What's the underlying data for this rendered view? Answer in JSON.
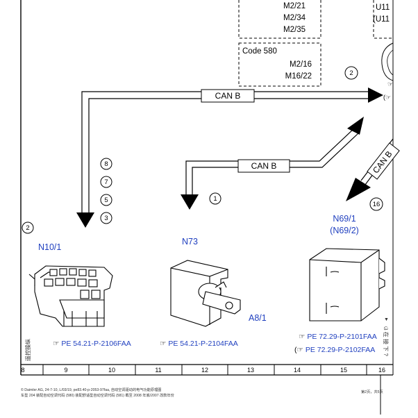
{
  "code_boxes": {
    "upper": {
      "lines": [
        "M2/21",
        "M2/34",
        "M2/35"
      ]
    },
    "lower": {
      "title": "Code 580",
      "lines": [
        "M2/16",
        "M16/22"
      ]
    }
  },
  "partial_labels": [
    "U11",
    "(U11"
  ],
  "bus_labels": {
    "can_b_top": "CAN B",
    "can_b_mid": "CAN B",
    "can_b_diag": "CAN B"
  },
  "circle_refs": [
    "8",
    "7",
    "5",
    "3",
    "1",
    "2",
    "2",
    "16"
  ],
  "components": {
    "n10_1": {
      "label": "N10/1",
      "ref": "PE 54.21-P-2106FAA"
    },
    "n73": {
      "label": "N73",
      "ref": "PE 54.21-P-2104FAA",
      "sub_label": "A8/1"
    },
    "n69_1": {
      "label1": "N69/1",
      "label2": "(N69/2)",
      "ref1": "PE 72.29-P-2101FAA",
      "ref2": "PE 72.29-P-2102FAA"
    }
  },
  "side_text": {
    "left": "遥控操纵",
    "right": "ଓ 在 接 下 ?",
    "arrow_down": "▼"
  },
  "grid_numbers": [
    "8",
    "9",
    "10",
    "11",
    "12",
    "13",
    "14",
    "15",
    "16"
  ],
  "footer": {
    "line1": "© Daimler AG,  24-7-10,  L/03/19, pe83.40-p-2053-97faa, 自动空调驱动的电气功能原理图",
    "line2": "车型 204 装配自动空调代码 (580) 装配舒适型自动空调代码 (581) 截至 2008 年底/2007 改款年份",
    "page": "第2页，共5页"
  },
  "colors": {
    "blue_label": "#1f3fbf",
    "line": "#000000"
  }
}
